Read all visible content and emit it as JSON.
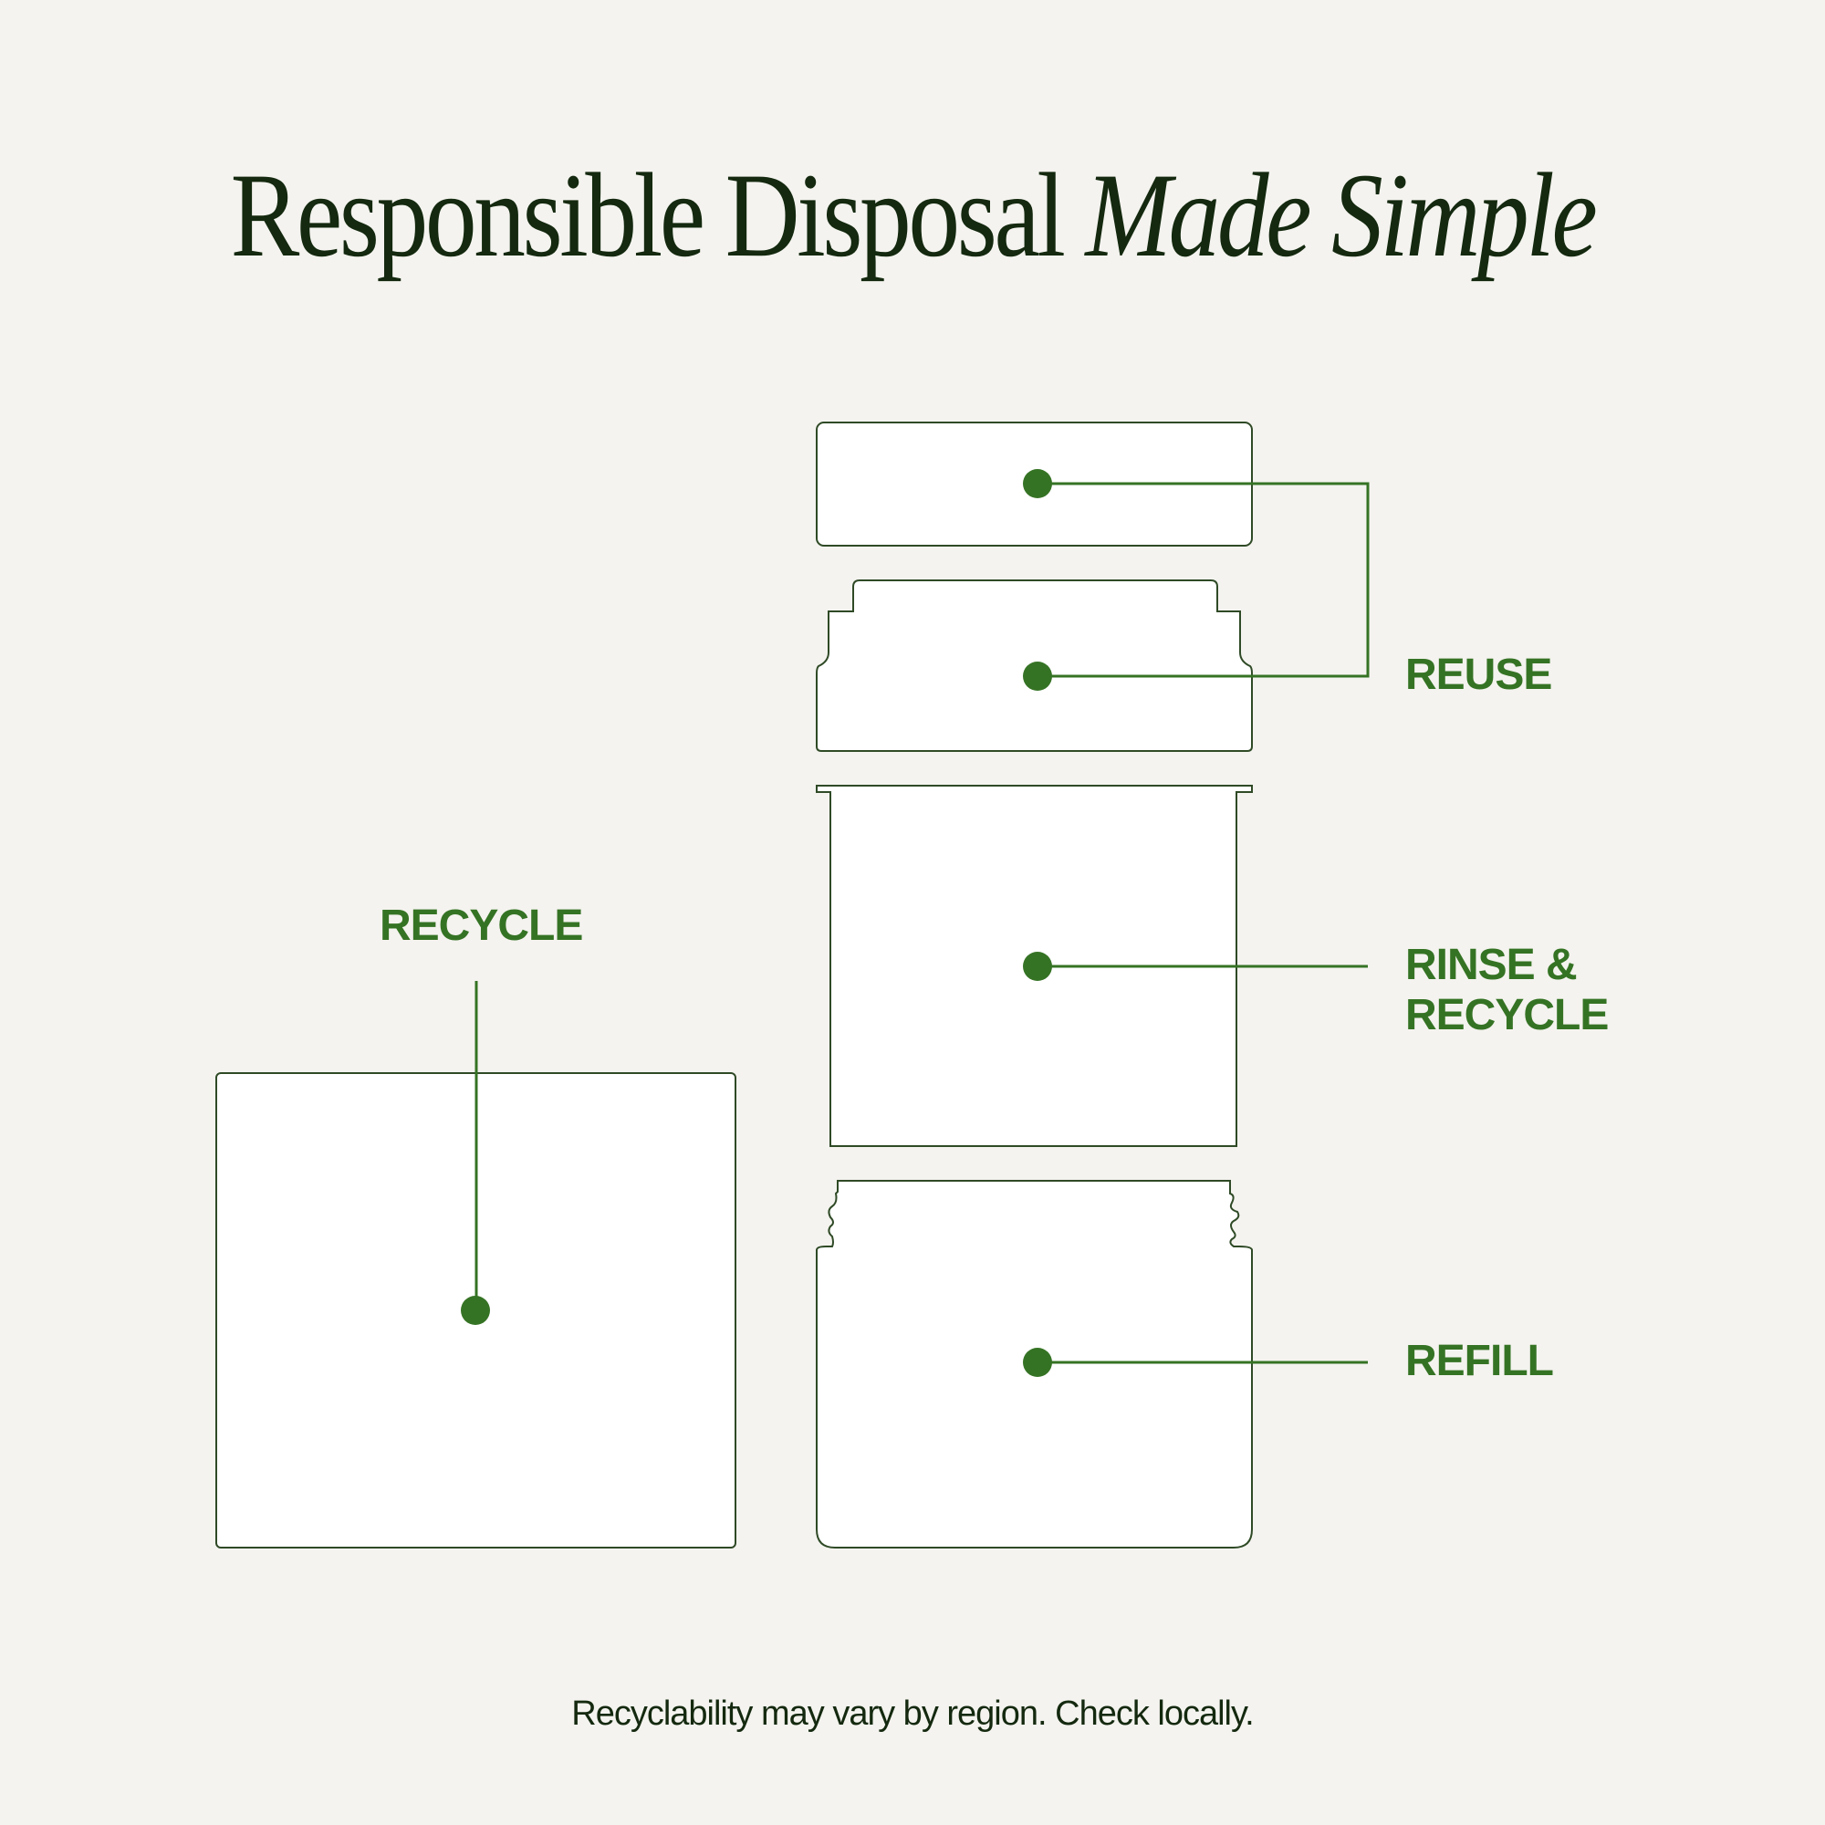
{
  "title": {
    "regular": "Responsible Disposal",
    "italic": "Made Simple"
  },
  "colors": {
    "background": "#f4f3ef",
    "accent": "#357324",
    "outline": "#2f4a26",
    "title": "#14290f"
  },
  "parts": [
    {
      "id": "lid",
      "label": "REUSE"
    },
    {
      "id": "cap-inner",
      "label": "REUSE"
    },
    {
      "id": "insert",
      "label": "RINSE & RECYCLE"
    },
    {
      "id": "jar",
      "label": "REFILL"
    },
    {
      "id": "box",
      "label": "RECYCLE"
    }
  ],
  "labels": {
    "reuse": "REUSE",
    "rinse_recycle_line1": "RINSE &",
    "rinse_recycle_line2": "RECYCLE",
    "refill": "REFILL",
    "recycle": "RECYCLE"
  },
  "footer": "Recyclability may vary by region. Check locally."
}
